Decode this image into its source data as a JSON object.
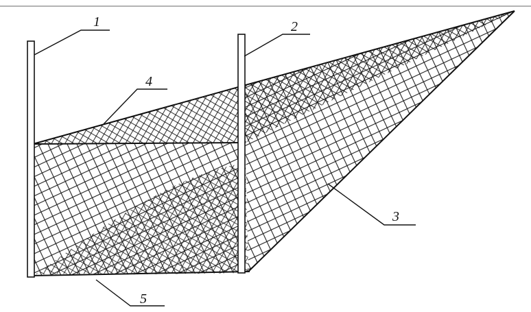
{
  "labels": {
    "pole_left": "1",
    "pole_right": "2",
    "net_tail": "3",
    "top_line": "4",
    "bottom_line": "5"
  },
  "colors": {
    "ink": "#111111",
    "background": "#ffffff",
    "top_rule": "#9a9a9a"
  }
}
